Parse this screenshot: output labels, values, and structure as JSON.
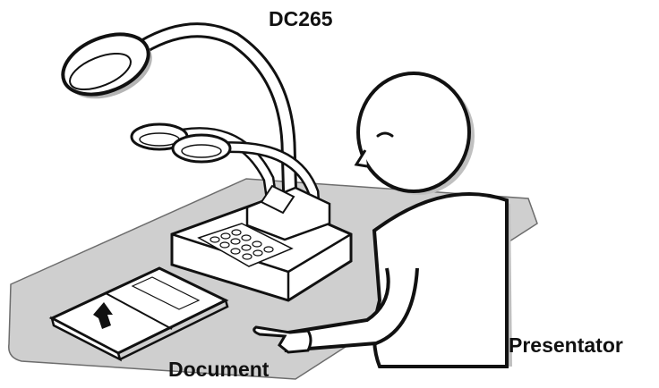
{
  "labels": {
    "device": "DC265",
    "person": "Presentator",
    "document": "Document"
  },
  "colors": {
    "line": "#111111",
    "mat": "#cfcfcf",
    "fill": "#ffffff",
    "shadow": "#b8b8b8"
  },
  "icons": [
    "document-camera-illustration",
    "presenter-figure",
    "open-book",
    "up-arrow-icon"
  ]
}
